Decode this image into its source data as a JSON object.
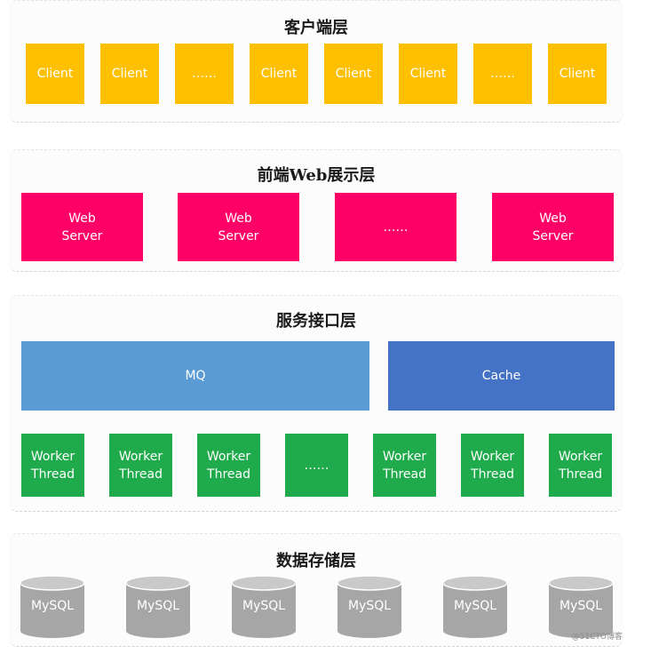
{
  "layers": {
    "client": {
      "title": "客户端层",
      "boxes": [
        "Client",
        "Client",
        "……",
        "Client",
        "Client",
        "Client",
        "……",
        "Client"
      ]
    },
    "web": {
      "title": "前端Web展示层",
      "boxes": [
        "Web\nServer",
        "Web\nServer",
        "……",
        "Web\nServer"
      ]
    },
    "service": {
      "title": "服务接口层",
      "mq": "MQ",
      "cache": "Cache",
      "workers": [
        "Worker\nThread",
        "Worker\nThread",
        "Worker\nThread",
        "……",
        "Worker\nThread",
        "Worker\nThread",
        "Worker\nThread"
      ]
    },
    "storage": {
      "title": "数据存储层",
      "dbs": [
        "MySQL",
        "MySQL",
        "MySQL",
        "MySQL",
        "MySQL",
        "MySQL"
      ]
    }
  },
  "watermark": "@51CTO博客",
  "colors": {
    "client": "#ffc000",
    "web": "#ff0066",
    "mq": "#5b9bd5",
    "cache": "#4472c4",
    "worker": "#1fab4b",
    "db": "#a6a6a6"
  }
}
